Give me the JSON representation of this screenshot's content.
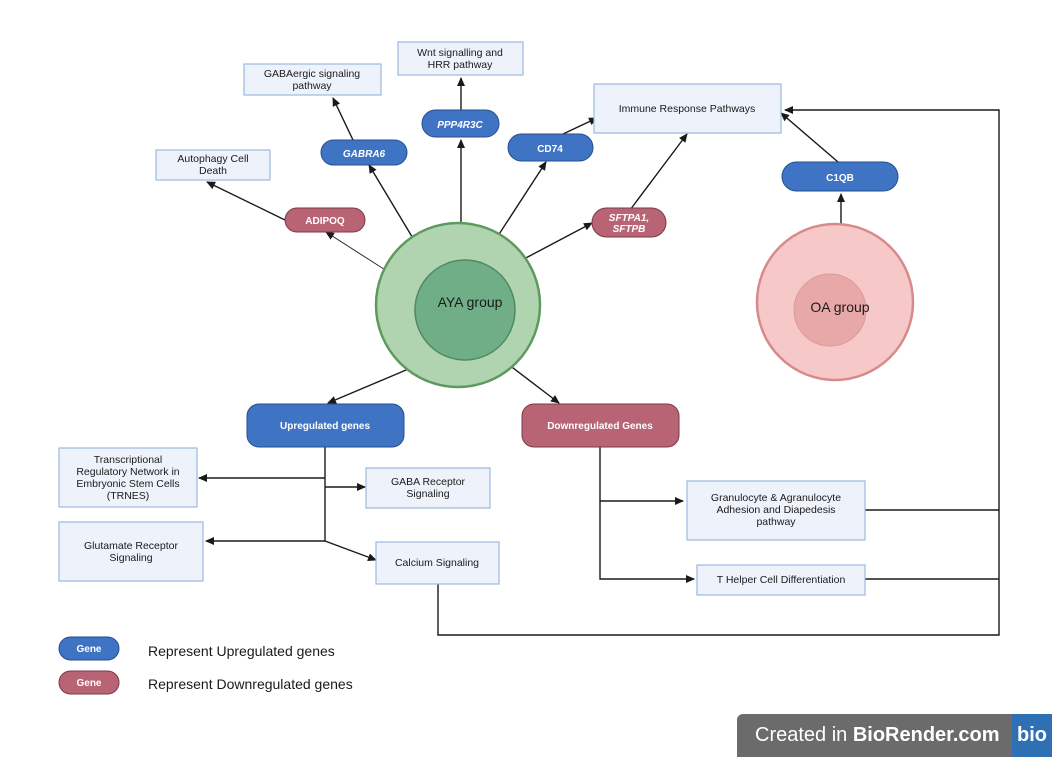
{
  "colors": {
    "upregulated": "#3f74c4",
    "downregulated": "#b86474",
    "aya_outer": "#b0d4b0",
    "aya_inner": "#6fae86",
    "oa_outer": "#f6c8c8",
    "oa_inner": "#e9a8a8",
    "box_fill": "#eef3fb",
    "box_stroke": "#9db8e0"
  },
  "groups": {
    "aya": "AYA group",
    "oa": "OA group"
  },
  "genes": {
    "adipoq": "ADIPOQ",
    "gabra6": "GABRA6",
    "ppp4r3c": "PPP4R3C",
    "cd74": "CD74",
    "sftpa1_l1": "SFTPA1,",
    "sftpa1_l2": "SFTPB",
    "c1qb": "C1QB"
  },
  "categories": {
    "upregulated": "Upregulated genes",
    "downregulated": "Downregulated Genes"
  },
  "pathways": {
    "autophagy": [
      "Autophagy Cell",
      "Death"
    ],
    "gabaergic": [
      "GABAergic signaling",
      "pathway"
    ],
    "wnt": [
      "Wnt signalling and",
      "HRR pathway"
    ],
    "immune": [
      "Immune Response Pathways"
    ],
    "trnes": [
      "Transcriptional",
      "Regulatory Network in",
      "Embryonic Stem Cells",
      "(TRNES)"
    ],
    "gaba_receptor": [
      "GABA Receptor",
      "Signaling"
    ],
    "glutamate": [
      "Glutamate Receptor",
      "Signaling"
    ],
    "calcium": [
      "Calcium Signaling"
    ],
    "granulocyte": [
      "Granulocyte & Agranulocyte",
      "Adhesion and Diapedesis",
      "pathway"
    ],
    "thelper": [
      "T Helper Cell Differentiation"
    ]
  },
  "legend": {
    "pill_label": "Gene",
    "up_text": "Represent Upregulated genes",
    "down_text": "Represent Downregulated genes"
  },
  "badge": {
    "prefix": "Created in ",
    "brand": "BioRender.com",
    "logo": "bio"
  }
}
